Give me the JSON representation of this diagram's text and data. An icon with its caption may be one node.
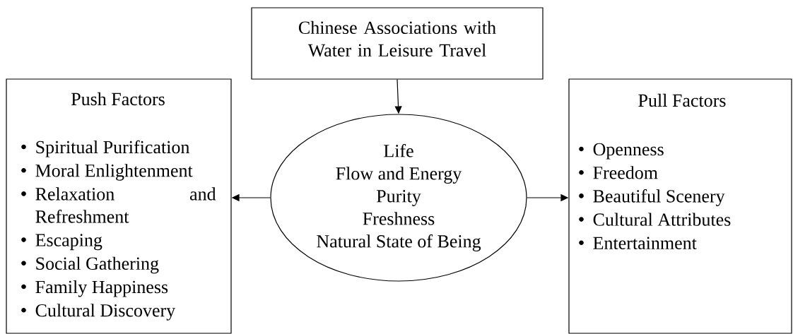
{
  "diagram": {
    "nodes": [
      {
        "text": [
          "Chinese Associations with Water in Leisure Travel"
        ]
      },
      {
        "text": [
          "Push Factors",
          "Spiritual Purification",
          "Moral Enlightenment",
          "Relaxation and Refreshment",
          "Escaping",
          "Social Gathering",
          "Family Happiness",
          "Cultural Discovery"
        ]
      },
      {
        "text": [
          "Life",
          "Flow and Energy",
          "Purity",
          "Freshness",
          "Natural State of Being"
        ]
      },
      {
        "text": [
          "Pull Factors",
          "Openness",
          "Freedom",
          "Beautiful Scenery",
          "Cultural Attributes",
          "Entertainment"
        ]
      }
    ],
    "edges": [
      {
        "from": 0,
        "to": 2,
        "arrow": "to"
      },
      {
        "from": 2,
        "to": 1,
        "arrow": "to"
      },
      {
        "from": 2,
        "to": 3,
        "arrow": "to"
      }
    ]
  }
}
